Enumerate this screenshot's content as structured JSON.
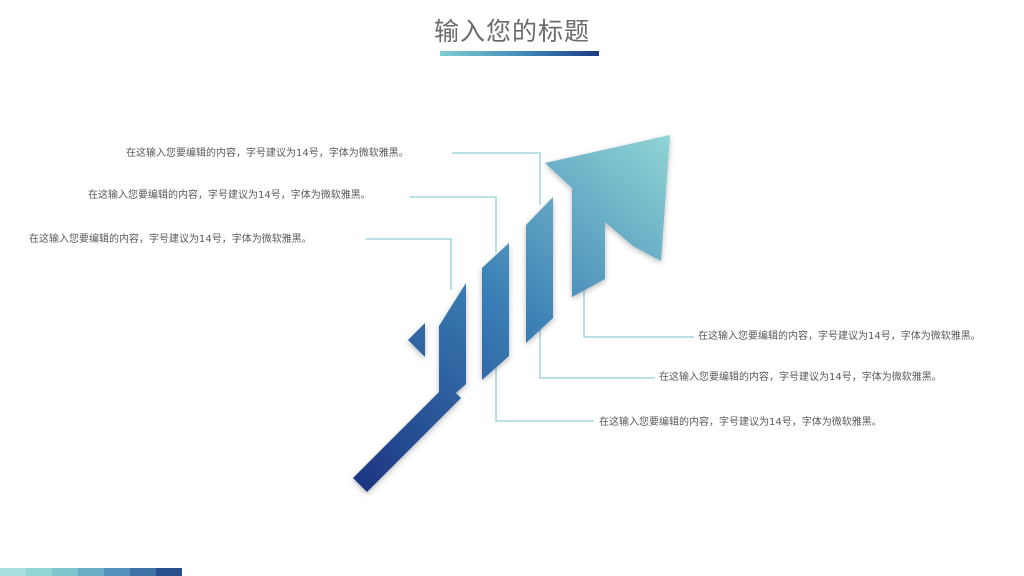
{
  "title": "输入您的标题",
  "colors": {
    "accent_light": "#7ecfd2",
    "accent_mid": "#3f86b8",
    "accent_dark": "#1d3a86",
    "connector": "#8fcfd6"
  },
  "labels": [
    "在这输入您要编辑的内容，字号建议为14号，字体为微软雅黑。",
    "在这输入您要编辑的内容，字号建议为14号，字体为微软雅黑。",
    "在这输入您要编辑的内容，字号建议为14号，字体为微软雅黑。",
    "在这输入您要编辑的内容，字号建议为14号，字体为微软雅黑。",
    "在这输入您要编辑的内容，字号建议为14号，字体为微软雅黑。",
    "在这输入您要编辑的内容，字号建议为14号，字体为微软雅黑。"
  ],
  "footer_colors": [
    "#a9dfe0",
    "#93d4d6",
    "#7fc4cc",
    "#6aaec5",
    "#5691bb",
    "#3f73a8",
    "#28508f"
  ]
}
